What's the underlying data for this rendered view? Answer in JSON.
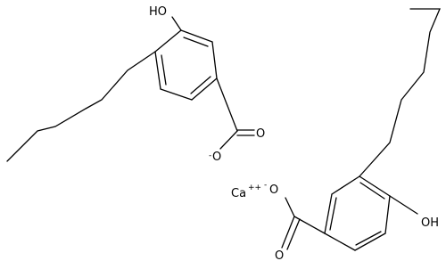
{
  "molecule_top": {
    "hydroxyl_label": "HO",
    "carboxylate_charge": "-",
    "carboxylate_oxygen": "O"
  },
  "molecule_bottom": {
    "hydroxyl_label": "OH",
    "carboxylate_charge": "-",
    "carboxylate_oxygen": "O"
  },
  "counterion": {
    "element": "Ca",
    "charge": "++"
  },
  "colors": {
    "bond": "#000000",
    "background": "#ffffff"
  }
}
